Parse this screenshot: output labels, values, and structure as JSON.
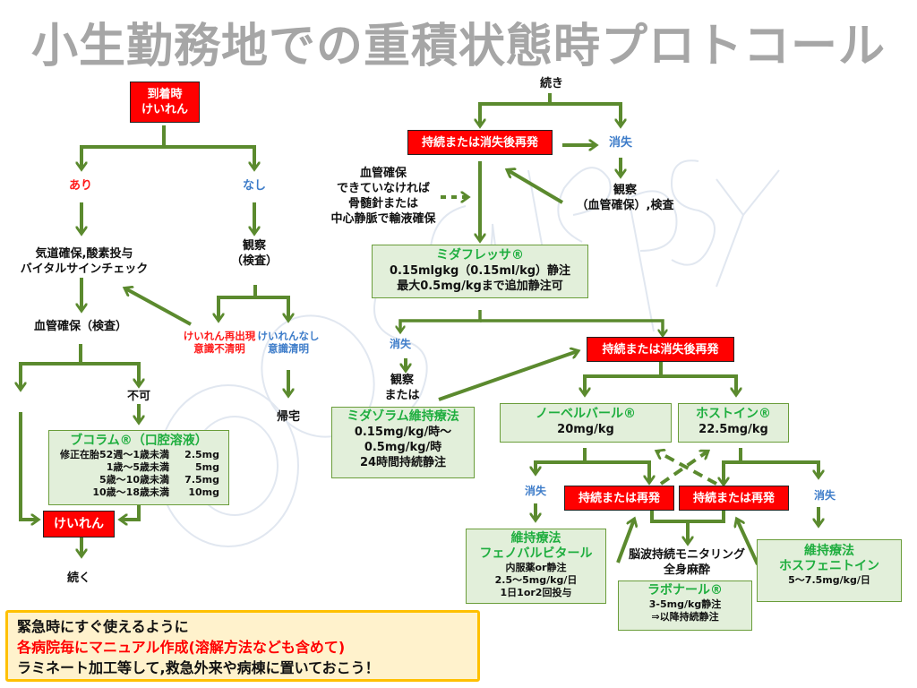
{
  "title": "小生勤務地での重積状態時プロトコール",
  "watermark": "@osaiepsy",
  "colors": {
    "arrow_green": "#5b8a2e",
    "red_box": "#ff0000",
    "green_box_fill": "#e2efda",
    "green_box_border": "#6a9d3a",
    "drug_title_green": "#1fae3f",
    "yes_red": "#ff1a1a",
    "no_blue": "#3d7cc9",
    "note_fill": "#fff2cc",
    "note_border": "#ffc000",
    "title_gray": "#a6a6a6"
  },
  "left": {
    "start_box": [
      "到着時",
      "けいれん"
    ],
    "yes_label": "あり",
    "no_label": "なし",
    "airway": [
      "気道確保,酸素投与",
      "バイタルサインチェック"
    ],
    "observe": [
      "観察",
      "（検査）"
    ],
    "iv_access": "血管確保（検査）",
    "recur": [
      "けいれん再出現",
      "意識不清明"
    ],
    "no_recur": [
      "けいれんなし",
      "意識清明"
    ],
    "home": "帰宅",
    "not_possible": "不可",
    "buccolam": {
      "title": "ブコラム®（口腔溶液）",
      "doses": [
        {
          "age": "修正在胎52週〜1歳未満",
          "dose": "2.5mg"
        },
        {
          "age": "1歳〜5歳未満",
          "dose": "5mg"
        },
        {
          "age": "5歳〜10歳未満",
          "dose": "7.5mg"
        },
        {
          "age": "10歳〜18歳未満",
          "dose": "10mg"
        }
      ]
    },
    "seizure_box": "けいれん",
    "continue": "続く"
  },
  "right": {
    "continued": "続き",
    "persist_box_1": "持続または消失後再発",
    "resolved_1": "消失",
    "observe_1": [
      "観察",
      "（血管確保）,検査"
    ],
    "io_note": [
      "血管確保",
      "できていなければ",
      "骨髄針または",
      "中心静脈で輸液確保"
    ],
    "midafresa": {
      "title": "ミダフレッサ®",
      "lines": [
        "0.15mlgkg（0.15ml/kg）静注",
        "最大0.5mg/kgまで追加静注可"
      ]
    },
    "resolved_2": "消失",
    "observe_2": [
      "観察",
      "または"
    ],
    "persist_box_2": "持続または消失後再発",
    "midazolam": {
      "title": "ミダゾラム維持療法",
      "lines": [
        "0.15mg/kg/時〜",
        "0.5mg/kg/時",
        "24時間持続静注"
      ]
    },
    "nobelbar": {
      "title": "ノーベルバール®",
      "dose": "20mg/kg"
    },
    "fostoin": {
      "title": "ホストイン®",
      "dose": "22.5mg/kg"
    },
    "resolved_3": "消失",
    "resolved_4": "消失",
    "persist_box_3": "持続または再発",
    "persist_box_4": "持続または再発",
    "phenobarbital": {
      "title": [
        "維持療法",
        "フェノバルビタール"
      ],
      "lines": [
        "内服薬or静注",
        "2.5〜5mg/kg/日",
        "1日1or2回投与"
      ]
    },
    "eeg": [
      "脳波持続モニタリング",
      "全身麻酔"
    ],
    "ravonal": {
      "title": "ラボナール®",
      "lines": [
        "3-5mg/kg静注",
        "⇒以降持続静注"
      ]
    },
    "fosphenytoin": {
      "title": [
        "維持療法",
        "ホスフェニトイン"
      ],
      "lines": [
        "5〜7.5mg/kg/日"
      ]
    }
  },
  "note": {
    "line1": "緊急時にすぐ使えるように",
    "line2": "各病院毎にマニュアル作成(溶解方法なども含めて)",
    "line3": "ラミネート加工等して,救急外来や病棟に置いておこう！"
  }
}
